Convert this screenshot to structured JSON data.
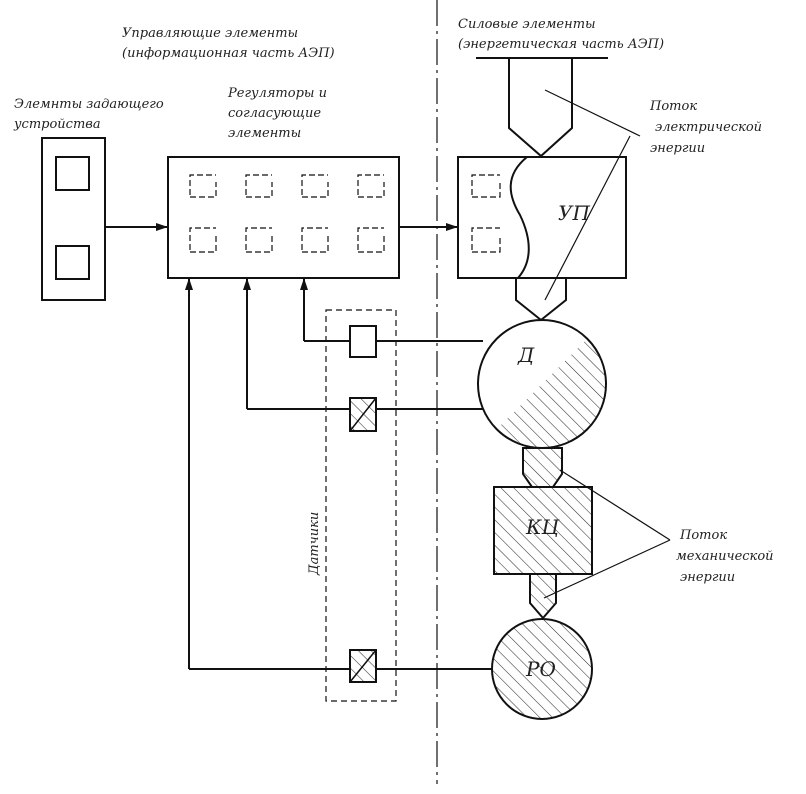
{
  "labels": {
    "control_title_line1": "Управляющие элементы",
    "control_title_line2": "(информационная часть АЭП)",
    "power_title_line1": "Силовые элементы",
    "power_title_line2": "(энергетическая часть АЭП)",
    "setpoint_line1": "Элемнты задающего",
    "setpoint_line2": "устройства",
    "regulators_line1": "Регуляторы и",
    "regulators_line2": "согласующие",
    "regulators_line3": "элементы",
    "electric_flow_line1": "Поток",
    "electric_flow_line2": "электрической",
    "electric_flow_line3": "энергии",
    "mechanical_flow_line1": "Поток",
    "mechanical_flow_line2": "механической",
    "mechanical_flow_line3": "энергии",
    "sensors": "Датчики",
    "converter": "УП",
    "motor": "Д",
    "kinematic_chain": "КЦ",
    "working_body": "РО"
  },
  "colors": {
    "stroke": "#111111",
    "hatch": "#333333",
    "background": "#ffffff"
  }
}
